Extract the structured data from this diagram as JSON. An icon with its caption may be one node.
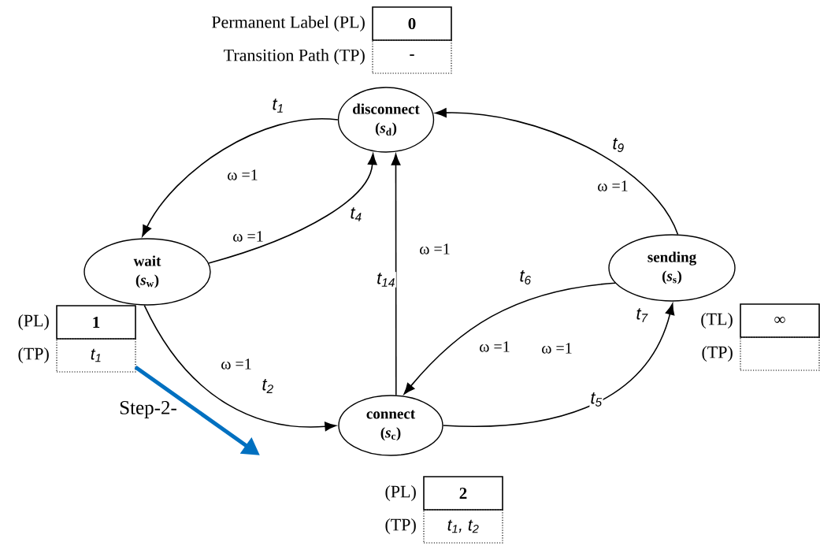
{
  "diagram": {
    "nodes": [
      {
        "text": [
          "disconnect",
          "(*s*$_{d}$)"
        ]
      },
      {
        "text": [
          "wait",
          "(*s*$_{w}$)"
        ]
      },
      {
        "text": [
          "sending",
          "(*s*$_{s}$)"
        ]
      },
      {
        "text": [
          "connect",
          "(*s*$_{c}$)"
        ]
      },
      {
        "text": [
          "0"
        ],
        "beside": [
          "Permanent Label (PL)"
        ]
      },
      {
        "text": [
          "-"
        ],
        "beside": [
          "Transition Path (TP)"
        ]
      },
      {
        "text": [
          "1"
        ],
        "beside": [
          "(PL)"
        ]
      },
      {
        "text": [
          "*t*$_{1}$"
        ],
        "beside": [
          "(TP)"
        ]
      },
      {
        "text": [
          "∞"
        ],
        "beside": [
          "(TL)"
        ]
      },
      {
        "text": [],
        "shape": "box",
        "beside": [
          "(TP)"
        ]
      },
      {
        "text": [
          "2"
        ],
        "beside": [
          "(PL)"
        ]
      },
      {
        "text": [
          "*t*$_{1}$, *t*$_{2}$"
        ],
        "beside": [
          "(TP)"
        ]
      }
    ],
    "edges": [
      {
        "from": 0,
        "to": 1,
        "arrow": "to",
        "label": "*t*$_{1}$"
      },
      {
        "from": 1,
        "to": 0,
        "arrow": "to",
        "label": "*t*$_{4}$"
      },
      {
        "from": 1,
        "to": 3,
        "arrow": "to",
        "label": "*t*$_{2}$"
      },
      {
        "from": 3,
        "to": 0,
        "arrow": "to",
        "label": "*t*$_{14}$"
      },
      {
        "from": 2,
        "to": 0,
        "arrow": "to",
        "label": "*t*$_{9}$"
      },
      {
        "from": 2,
        "to": 3,
        "arrow": "to",
        "label": "*t*$_{6}$"
      },
      {
        "from": 3,
        "to": 2,
        "arrow": "to",
        "label": "*t*$_{5}$"
      }
    ],
    "labels": [
      "ω =1",
      "ω =1",
      "ω =1",
      "ω =1",
      "*t*$_{7}$",
      "ω =1",
      "ω =1",
      "ω =1",
      "Step-2-"
    ]
  }
}
